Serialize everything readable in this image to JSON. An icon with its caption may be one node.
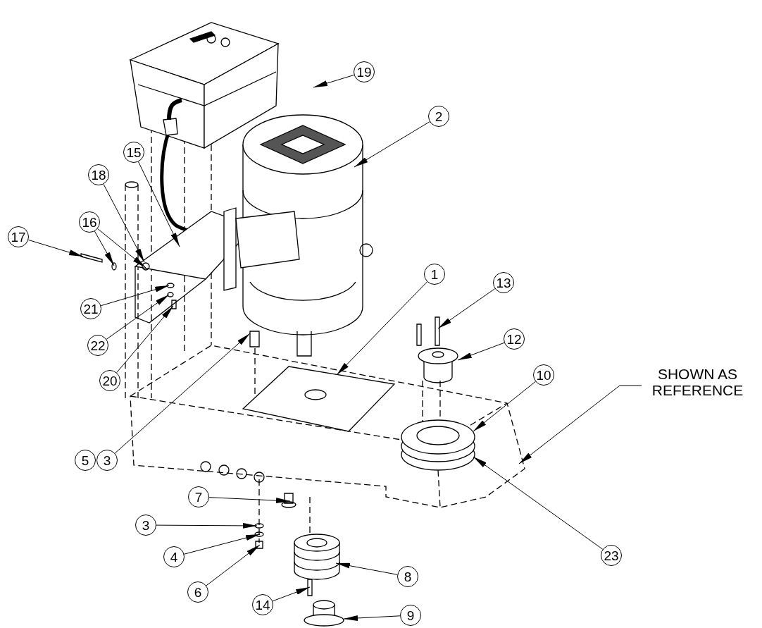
{
  "diagram": {
    "nodes": [
      {
        "text": [
          "19"
        ]
      },
      {
        "text": [
          "2"
        ]
      },
      {
        "text": [
          "15"
        ]
      },
      {
        "text": [
          "18"
        ]
      },
      {
        "text": [
          "16"
        ]
      },
      {
        "text": [
          "17"
        ]
      },
      {
        "text": [
          "21"
        ]
      },
      {
        "text": [
          "22"
        ]
      },
      {
        "text": [
          "20"
        ]
      },
      {
        "text": [
          "1"
        ]
      },
      {
        "text": [
          "13"
        ]
      },
      {
        "text": [
          "12"
        ]
      },
      {
        "text": [
          "10"
        ]
      },
      {
        "text": [
          "SHOWN AS REFERENCE"
        ]
      },
      {
        "text": [
          "5"
        ]
      },
      {
        "text": [
          "3"
        ]
      },
      {
        "text": [
          "7"
        ]
      },
      {
        "text": [
          "3"
        ]
      },
      {
        "text": [
          "4"
        ]
      },
      {
        "text": [
          "6"
        ]
      },
      {
        "text": [
          "8"
        ]
      },
      {
        "text": [
          "14"
        ]
      },
      {
        "text": [
          "9"
        ]
      },
      {
        "text": [
          "23"
        ]
      }
    ],
    "edges": [
      {
        "from": 0,
        "to": null,
        "arrow": "to"
      },
      {
        "from": 1,
        "to": null,
        "arrow": "to"
      },
      {
        "from": 2,
        "to": null,
        "arrow": "to"
      },
      {
        "from": 3,
        "to": null,
        "arrow": "to"
      },
      {
        "from": 4,
        "to": null,
        "arrow": "to"
      },
      {
        "from": 4,
        "to": null,
        "arrow": "to"
      },
      {
        "from": 5,
        "to": null,
        "arrow": "to"
      },
      {
        "from": 6,
        "to": null,
        "arrow": "to"
      },
      {
        "from": 7,
        "to": null,
        "arrow": "to"
      },
      {
        "from": 8,
        "to": null,
        "arrow": "to"
      },
      {
        "from": 9,
        "to": null,
        "arrow": "to"
      },
      {
        "from": 10,
        "to": null,
        "arrow": "to"
      },
      {
        "from": 11,
        "to": null,
        "arrow": "to"
      },
      {
        "from": 12,
        "to": null,
        "arrow": "to"
      },
      {
        "from": 13,
        "to": null,
        "arrow": "to"
      },
      {
        "from": 15,
        "to": null,
        "arrow": "to"
      },
      {
        "from": 16,
        "to": null,
        "arrow": "to"
      },
      {
        "from": 17,
        "to": null,
        "arrow": "to"
      },
      {
        "from": 18,
        "to": null,
        "arrow": "to"
      },
      {
        "from": 19,
        "to": null,
        "arrow": "to"
      },
      {
        "from": 20,
        "to": null,
        "arrow": "to"
      },
      {
        "from": 21,
        "to": null,
        "arrow": "to"
      },
      {
        "from": 22,
        "to": null,
        "arrow": "to"
      },
      {
        "from": 23,
        "to": null,
        "arrow": "to"
      }
    ]
  }
}
